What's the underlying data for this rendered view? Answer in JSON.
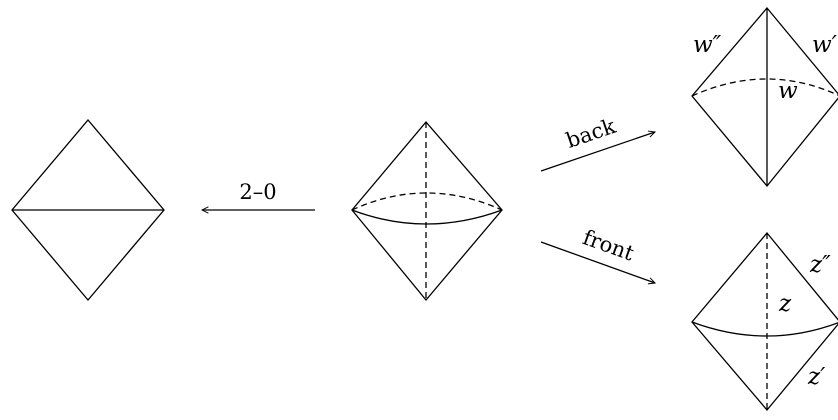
{
  "arrows": {
    "move_label": "2–0",
    "back_label": "back",
    "front_label": "front"
  },
  "back_octahedron": {
    "labels": [
      "w″",
      "w′",
      "w"
    ]
  },
  "front_octahedron": {
    "labels": [
      "z″",
      "z",
      "z′"
    ]
  }
}
